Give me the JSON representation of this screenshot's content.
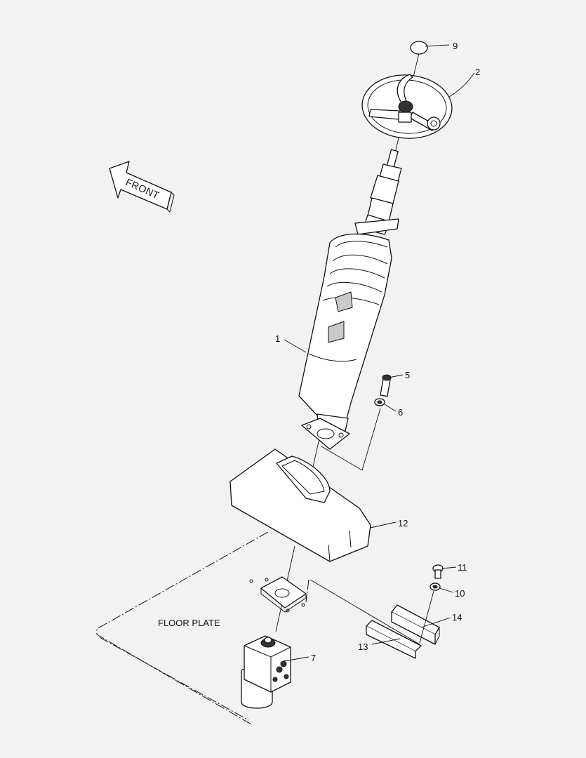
{
  "diagram": {
    "front_label": "FRONT",
    "floor_label": "FLOOR PLATE",
    "callouts": [
      {
        "id": "1",
        "label": "1"
      },
      {
        "id": "2",
        "label": "2"
      },
      {
        "id": "5",
        "label": "5"
      },
      {
        "id": "6",
        "label": "6"
      },
      {
        "id": "7",
        "label": "7"
      },
      {
        "id": "9",
        "label": "9"
      },
      {
        "id": "10",
        "label": "10"
      },
      {
        "id": "11",
        "label": "11"
      },
      {
        "id": "12",
        "label": "12"
      },
      {
        "id": "13",
        "label": "13"
      },
      {
        "id": "14",
        "label": "14"
      }
    ]
  }
}
